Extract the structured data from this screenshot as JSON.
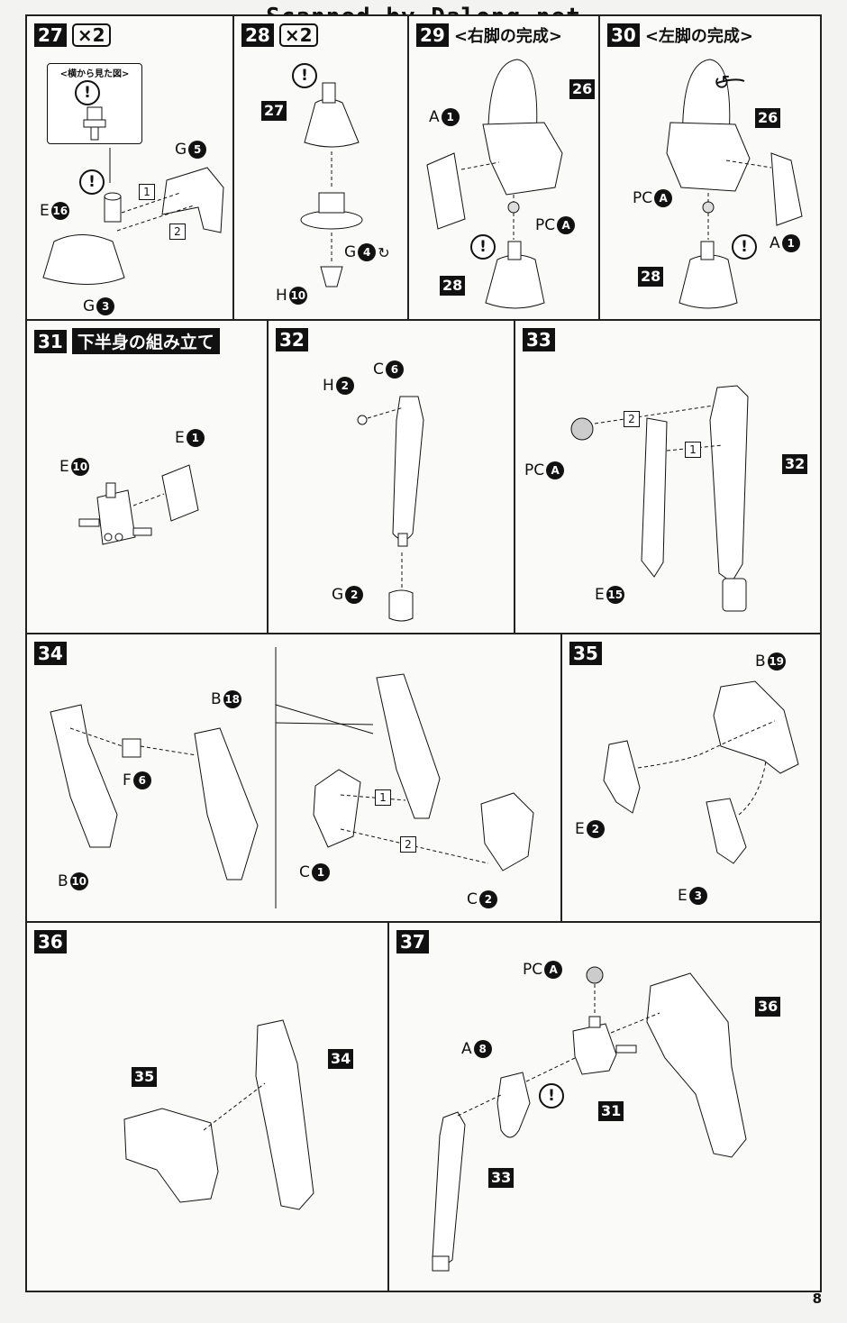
{
  "watermark": "Scanned by Dalong.net",
  "page_number": "8",
  "steps": {
    "s27": {
      "num": "27",
      "mult": "×2",
      "side_view": "<横から見た図>",
      "parts": {
        "g5": [
          "G",
          "5"
        ],
        "e16": [
          "E",
          "16"
        ],
        "g3": [
          "G",
          "3"
        ]
      },
      "seq": [
        "1",
        "2"
      ]
    },
    "s28": {
      "num": "28",
      "mult": "×2",
      "refs": {
        "r27": "27"
      },
      "parts": {
        "g4": [
          "G",
          "4"
        ],
        "h10": [
          "H",
          "10"
        ]
      }
    },
    "s29": {
      "num": "29",
      "title": "<右脚の完成>",
      "refs": {
        "r26": "26",
        "r28": "28"
      },
      "parts": {
        "a1": [
          "A",
          "1"
        ],
        "pca": [
          "PC",
          "A"
        ]
      }
    },
    "s30": {
      "num": "30",
      "title": "<左脚の完成>",
      "refs": {
        "r26": "26",
        "r28": "28"
      },
      "parts": {
        "pca": [
          "PC",
          "A"
        ],
        "a1": [
          "A",
          "1"
        ]
      }
    },
    "s31": {
      "num": "31",
      "title": "下半身の組み立て",
      "parts": {
        "e1": [
          "E",
          "1"
        ],
        "e10": [
          "E",
          "10"
        ]
      }
    },
    "s32": {
      "num": "32",
      "parts": {
        "h2": [
          "H",
          "2"
        ],
        "c6": [
          "C",
          "6"
        ],
        "g2": [
          "G",
          "2"
        ]
      }
    },
    "s33": {
      "num": "33",
      "refs": {
        "r32": "32"
      },
      "parts": {
        "pca": [
          "PC",
          "A"
        ],
        "e15": [
          "E",
          "15"
        ]
      },
      "seq": [
        "2",
        "1"
      ]
    },
    "s34": {
      "num": "34",
      "parts": {
        "b18": [
          "B",
          "18"
        ],
        "f6": [
          "F",
          "6"
        ],
        "b10": [
          "B",
          "10"
        ],
        "c1": [
          "C",
          "1"
        ],
        "c2": [
          "C",
          "2"
        ]
      },
      "seq": [
        "1",
        "2"
      ]
    },
    "s35": {
      "num": "35",
      "parts": {
        "b19": [
          "B",
          "19"
        ],
        "e2": [
          "E",
          "2"
        ],
        "e3": [
          "E",
          "3"
        ]
      }
    },
    "s36": {
      "num": "36",
      "refs": {
        "r35": "35",
        "r34": "34"
      }
    },
    "s37": {
      "num": "37",
      "refs": {
        "r36": "36",
        "r31": "31",
        "r33": "33"
      },
      "parts": {
        "pca": [
          "PC",
          "A"
        ],
        "a8": [
          "A",
          "8"
        ]
      }
    }
  },
  "warn_glyph": "!",
  "icons": [
    "warning-icon",
    "dashed-arrow",
    "rotate-arrow-icon",
    "seq-number-box"
  ]
}
